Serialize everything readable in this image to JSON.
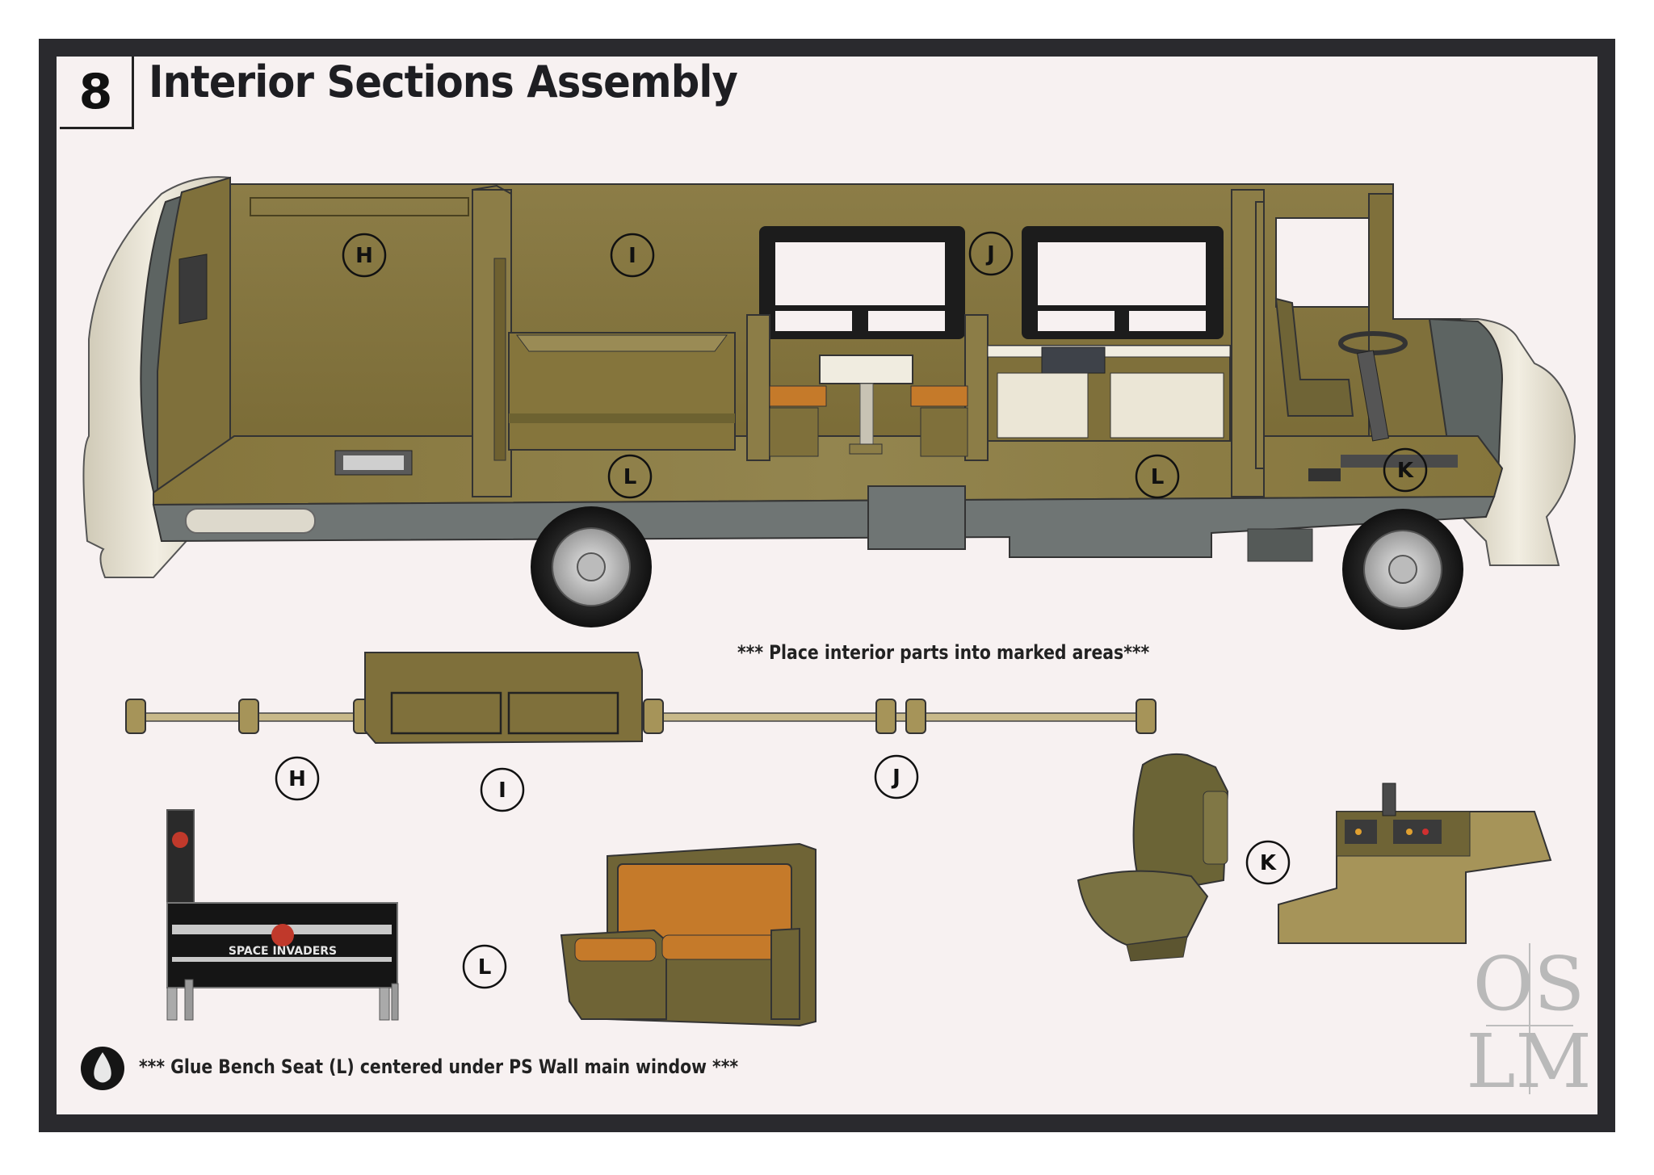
{
  "step": {
    "number": "8",
    "title": "Interior Sections Assembly"
  },
  "notes": {
    "placement": "*** Place interior parts into marked areas***",
    "glue": "*** Glue Bench Seat (L) centered under PS Wall main window ***"
  },
  "callouts": {
    "H": "H",
    "I": "I",
    "J": "J",
    "K": "K",
    "L": "L"
  },
  "parts_art": {
    "pinball_marquee": "SPACE INVADERS"
  },
  "logo": {
    "line1": "OS",
    "line2": "LM"
  },
  "colors": {
    "frame": "#2a2a2e",
    "background": "#f7f1f1",
    "body_olive": "#8a7a45",
    "wall_olive": "#7d6e3a",
    "trim_beige": "#e6e0cf",
    "chassis_grey": "#6f7574",
    "cushion_orange": "#c57a2a"
  }
}
